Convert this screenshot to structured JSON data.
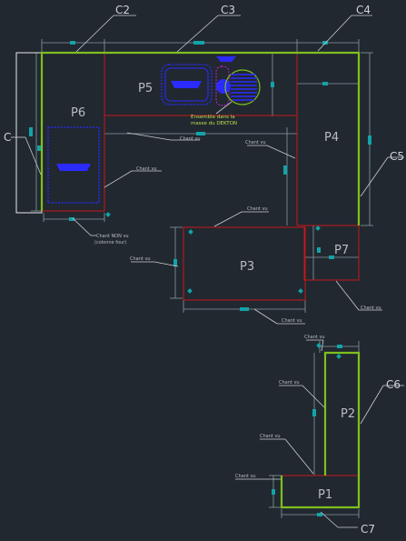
{
  "callouts": {
    "c2": "C2",
    "c3": "C3",
    "c4": "C4",
    "c5": "C5",
    "c6": "C6",
    "c7": "C7",
    "c_left": "C"
  },
  "panels": {
    "p1": "P1",
    "p2": "P2",
    "p3": "P3",
    "p4": "P4",
    "p5": "P5",
    "p6": "P6",
    "p7": "P7"
  },
  "notes": {
    "chant_vu": "Chant vu",
    "chant_non_vu_line1": "Chant NON vu",
    "chant_non_vu_line2": "(colonne four)",
    "dekton_line1": "Ensemble dans la",
    "dekton_line2": "masse du DEKTON"
  },
  "colors": {
    "background": "#212830",
    "outline": "#7fbf1e",
    "panel_edge": "#c8171d",
    "dimension": "#8a9aa0",
    "marker": "#12a3a8",
    "fixture": "#2b2bff",
    "leader": "#c9cdd1"
  }
}
